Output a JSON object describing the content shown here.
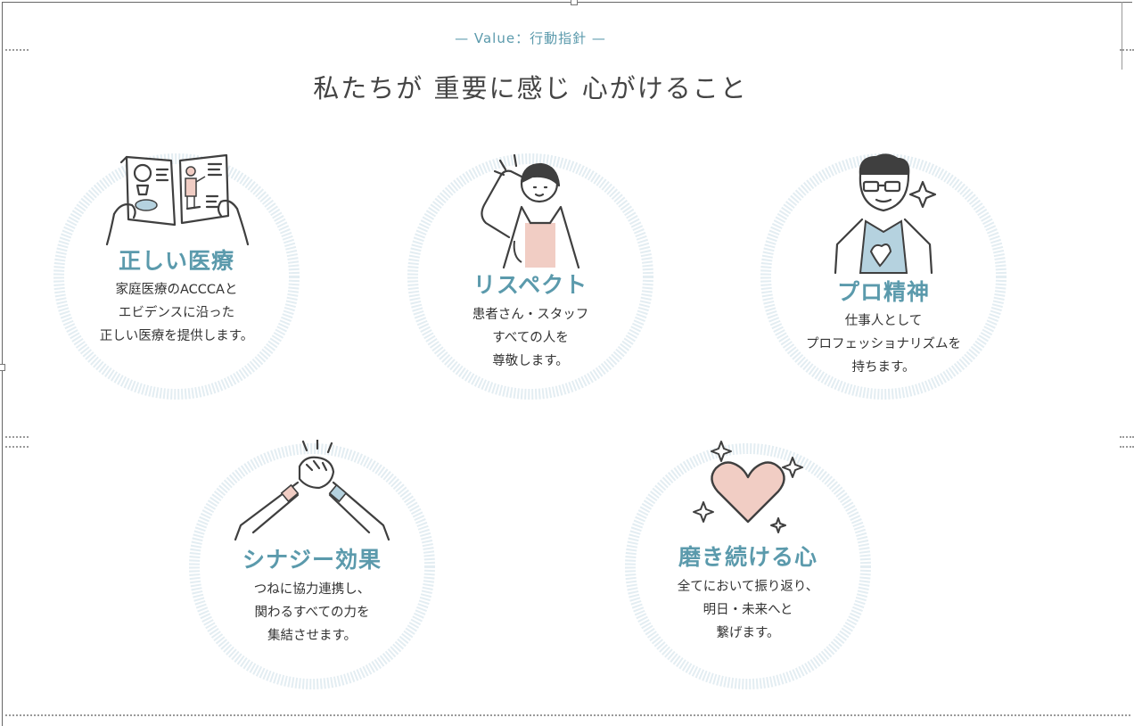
{
  "header": {
    "eyebrow": "— Value：行動指針 —",
    "title": "私たちが 重要に感じ 心がけること"
  },
  "colors": {
    "accent": "#5b9aac",
    "ring": "#e3edf2",
    "pink": "#f1cdc4",
    "blue": "#b5d2df",
    "line": "#3f3f3f"
  },
  "values": [
    {
      "title": "正しい医療",
      "lines": [
        "家庭医療のACCCAと",
        "エビデンスに沿った",
        "正しい医療を提供します。"
      ],
      "icon": "open-book-anatomy-icon"
    },
    {
      "title": "リスペクト",
      "lines": [
        "患者さん・スタッフ",
        "すべての人を",
        "尊敬します。"
      ],
      "icon": "doctor-salute-icon"
    },
    {
      "title": "プロ精神",
      "lines": [
        "仕事人として",
        "プロフェッショナリズムを",
        "持ちます。"
      ],
      "icon": "doctor-glasses-icon"
    },
    {
      "title": "シナジー効果",
      "lines": [
        "つねに協力連携し、",
        "関わるすべての力を",
        "集結させます。"
      ],
      "icon": "handshake-icon"
    },
    {
      "title": "磨き続ける心",
      "lines": [
        "全てにおいて振り返り、",
        "明日・未来へと",
        "繋げます。"
      ],
      "icon": "sparkling-heart-icon"
    }
  ]
}
